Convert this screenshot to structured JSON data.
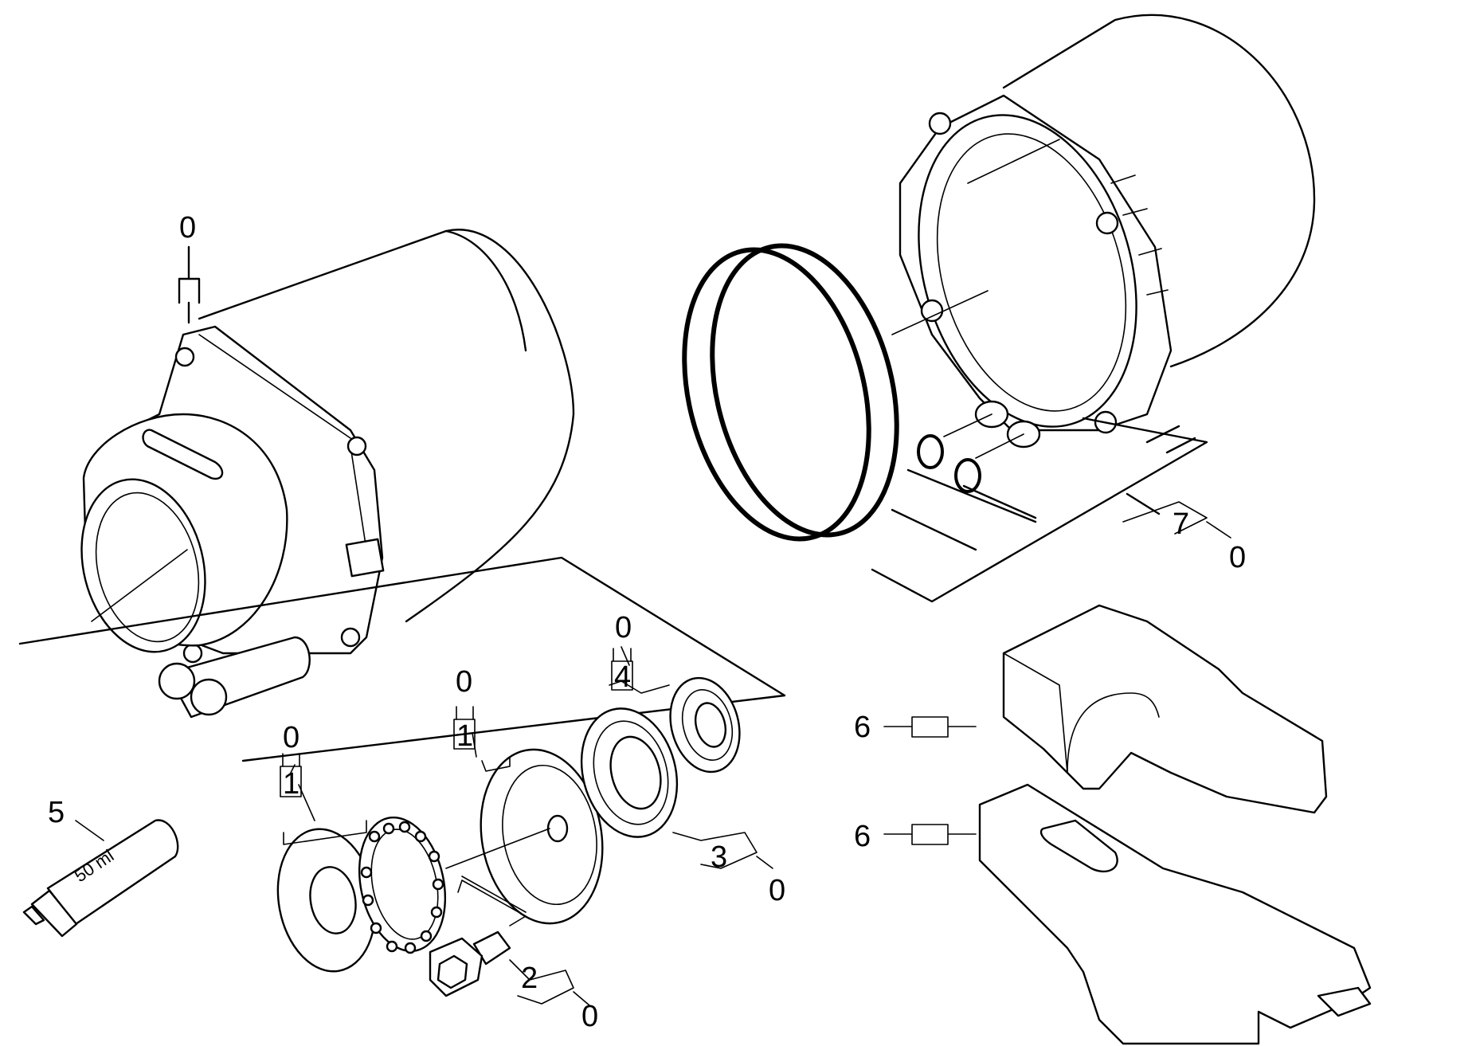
{
  "callouts": {
    "motor_top_qty": "0",
    "housing_part": "7",
    "housing_qty": "0",
    "seal_part": "4",
    "seal_qty": "0",
    "cup_part": "1",
    "cup_qty": "0",
    "bearing_group_part": "1",
    "bearing_group_qty": "0",
    "grease_part": "5",
    "bearing_part": "3",
    "bearing_qty": "0",
    "screw_part": "2",
    "screw_qty": "0",
    "clamp_upper_part": "6",
    "clamp_lower_part": "6"
  },
  "grease_tube": {
    "label": "50 ml"
  }
}
